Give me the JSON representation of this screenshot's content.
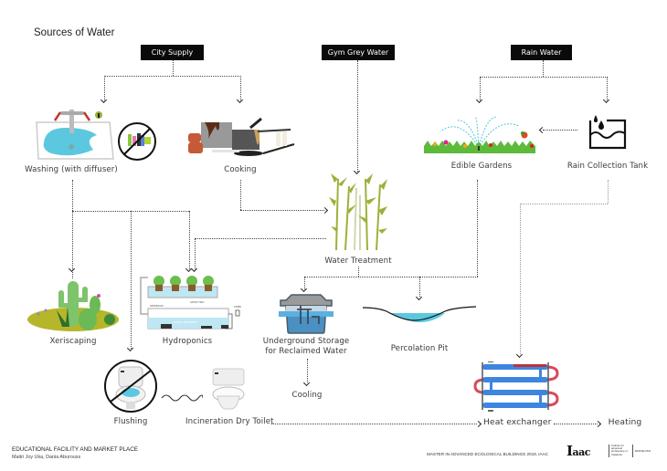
{
  "title": "Sources of Water",
  "sources": {
    "city_supply": "City Supply",
    "gym_grey_water": "Gym Grey Water",
    "rain_water": "Rain Water"
  },
  "nodes": {
    "washing": "Washing (with diffuser)",
    "cooking": "Cooking",
    "edible_gardens": "Edible Gardens",
    "rain_collection_tank": "Rain Collection Tank",
    "water_treatment": "Water Treatment",
    "xeriscaping": "Xeriscaping",
    "hydroponics": "Hydroponics",
    "underground_storage_line1": "Underground Storage",
    "underground_storage_line2": "for Reclaimed Water",
    "percolation_pit": "Percolation Pit",
    "cooling": "Cooling",
    "flushing": "Flushing",
    "incineration_dry_toilet": "Incineration Dry Toilet",
    "heat_exchanger": "Heat exchanger",
    "heating": "Heating"
  },
  "hydroponics_labels": {
    "grow_tray": "GROW TRAY",
    "reservoir": "RESERVOIR",
    "water_nutrients": "WATER / NUTRIENTS",
    "timer": "TIMER"
  },
  "footer": {
    "project": "EDUCATIONAL FACILITY AND MARKET PLACE",
    "authors": "Maitri Joy Uka, Dania Aburouss",
    "program": "MASTER IN ADVANCED ECOLOGICAL BUILDINGS 2019, IAAC",
    "logo_main": "I",
    "logo_rest": "aac",
    "logo_institute": "Institute for advanced architecture of Catalonia",
    "logo_city": "BARCELONA"
  },
  "colors": {
    "source_box": "#0a0a0a",
    "connector": "#444444",
    "water_blue": "#5bc8e0",
    "plant_green": "#9bb23a"
  }
}
